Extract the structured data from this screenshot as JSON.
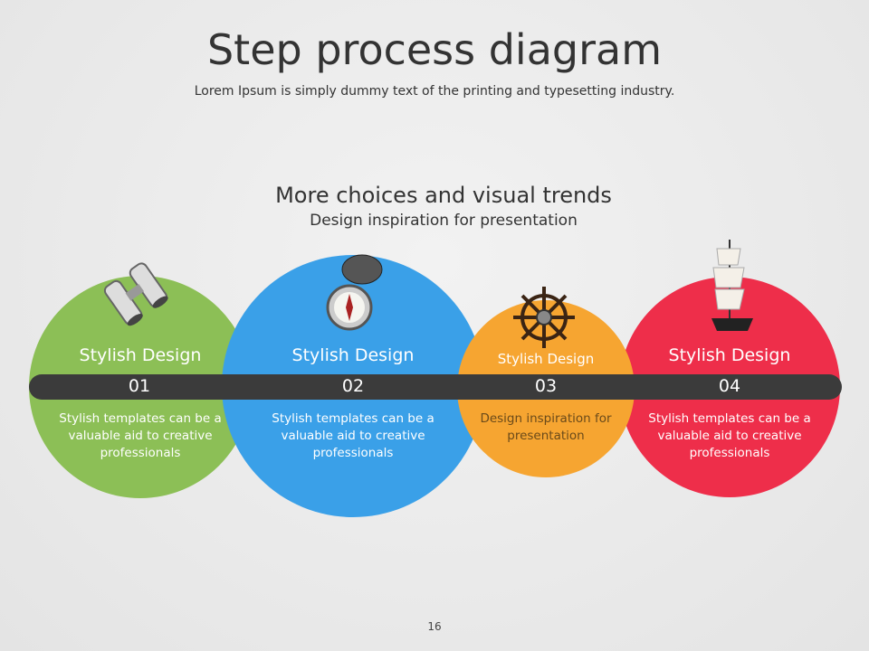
{
  "header": {
    "title": "Step process diagram",
    "subtitle": "Lorem Ipsum is simply dummy text of the printing and typesetting industry."
  },
  "section": {
    "title": "More choices and visual trends",
    "subtitle": "Design inspiration for presentation"
  },
  "steps": [
    {
      "title": "Stylish Design",
      "number": "01",
      "description": "Stylish templates can be a valuable aid to creative professionals",
      "color": "#8cbf56",
      "icon": "binoculars-icon"
    },
    {
      "title": "Stylish Design",
      "number": "02",
      "description": "Stylish templates can be a valuable aid to creative professionals",
      "color": "#3aa0e8",
      "icon": "compass-icon"
    },
    {
      "title": "Stylish Design",
      "number": "03",
      "description": "Design inspiration for presentation",
      "color": "#f6a531",
      "icon": "ship-wheel-icon"
    },
    {
      "title": "Stylish Design",
      "number": "04",
      "description": "Stylish templates can be a valuable aid to creative professionals",
      "color": "#ee2e4a",
      "icon": "sailing-ship-icon"
    }
  ],
  "page_number": "16"
}
